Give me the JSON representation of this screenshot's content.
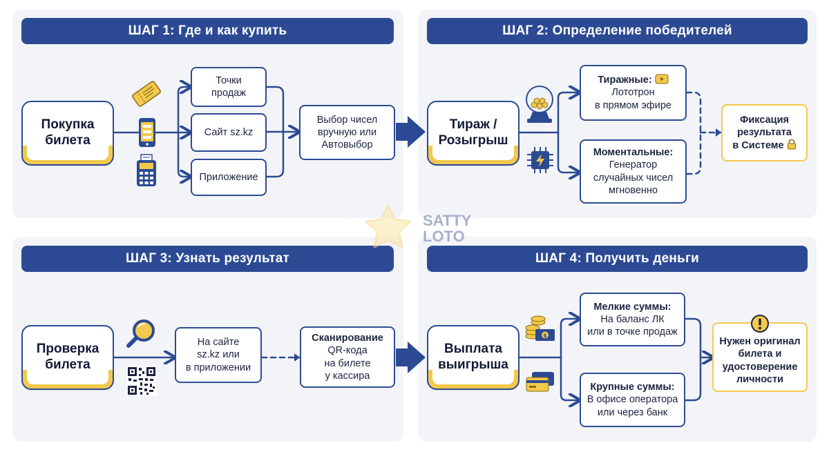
{
  "watermark": {
    "line1": "SATTY",
    "line2": "LOTO"
  },
  "step1": {
    "header": "ШАГ 1: Где и как купить",
    "main": [
      "Покупка",
      "билета"
    ],
    "options": [
      [
        "Точки",
        "продаж"
      ],
      [
        "Сайт sz.kz"
      ],
      [
        "Приложение"
      ]
    ],
    "result": [
      "Выбор чисел",
      "вручную или",
      "Автовыбор"
    ]
  },
  "step2": {
    "header": "ШАГ 2: Определение победителей",
    "main": [
      "Тираж /",
      "Розыгрыш"
    ],
    "draw_title": "Тиражные:",
    "draw_text": [
      "Лототрон",
      "в прямом эфире"
    ],
    "instant_title": "Моментальные:",
    "instant_text": [
      "Генератор",
      "случайных чисел",
      "мгновенно"
    ],
    "result": [
      "Фиксация",
      "результата",
      "в Системе"
    ]
  },
  "step3": {
    "header": "ШАГ 3: Узнать результат",
    "main": [
      "Проверка",
      "билета"
    ],
    "online": [
      "На сайте",
      "sz.kz или",
      "в приложении"
    ],
    "scan_title": "Сканирование",
    "scan_text": [
      "QR-кода",
      "на билете",
      "у кассира"
    ]
  },
  "step4": {
    "header": "ШАГ 4: Получить деньги",
    "main": [
      "Выплата",
      "выигрыша"
    ],
    "small_title": "Мелкие суммы:",
    "small_text": [
      "На баланс ЛК",
      "или в точке продаж"
    ],
    "large_title": "Крупные суммы:",
    "large_text": [
      "В офисе оператора",
      "или через банк"
    ],
    "result": [
      "Нужен оригинал",
      "билета и",
      "удостоверение",
      "личности"
    ]
  },
  "colors": {
    "navy": "#2c4a94",
    "yellow": "#f2c94c",
    "panel": "#f3f4f7"
  },
  "icons": [
    "ticket-icon",
    "phone-icon",
    "pos-terminal-icon",
    "lottery-ball-icon",
    "chip-icon",
    "play-icon",
    "lock-icon",
    "magnifier-icon",
    "qr-code-icon",
    "coins-icon",
    "cards-icon",
    "warning-icon"
  ]
}
